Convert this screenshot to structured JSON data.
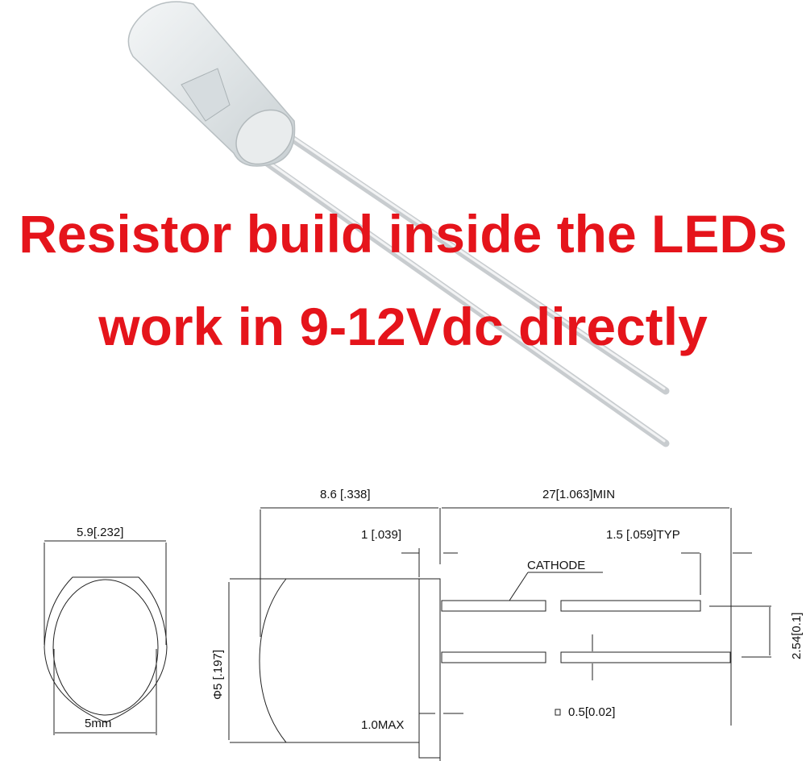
{
  "headline": {
    "line1": "Resistor build inside the LEDs",
    "line2": "work in 9-12Vdc directly",
    "color": "#e5141b"
  },
  "diagram": {
    "front_outer_width": "5.9[.232]",
    "front_inner_width": "5mm",
    "body_length": "8.6 [.338]",
    "lead_length": "27[1.063]MIN",
    "flange_thickness": "1 [.039]",
    "lead_end": "1.5 [.059]TYP",
    "cathode_label": "CATHODE",
    "diameter": "Φ5 [.197]",
    "lead_spacing": "2.54[0.1]",
    "flange_max": "1.0MAX",
    "lead_square": "0.5[0.02]"
  }
}
